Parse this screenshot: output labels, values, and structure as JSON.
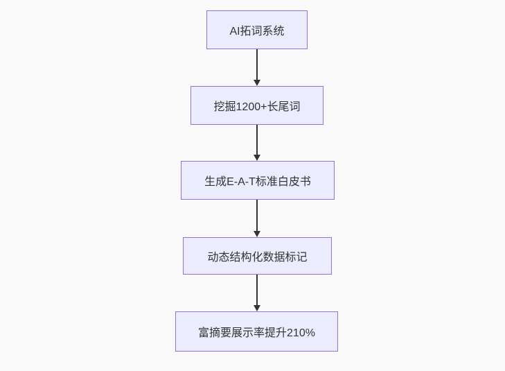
{
  "diagram": {
    "type": "flowchart",
    "direction": "top-down",
    "nodes": [
      {
        "label": "AI拓词系统"
      },
      {
        "label": "挖掘1200+长尾词"
      },
      {
        "label": "生成E-A-T标准白皮书"
      },
      {
        "label": "动态结构化数据标记"
      },
      {
        "label": "富摘要展示率提升210%"
      }
    ],
    "edges": [
      {
        "from": 0,
        "to": 1
      },
      {
        "from": 1,
        "to": 2
      },
      {
        "from": 2,
        "to": 3
      },
      {
        "from": 3,
        "to": 4
      }
    ],
    "colors": {
      "node_fill": "#ececff",
      "node_border": "#9370db",
      "node_text": "#333333",
      "arrow": "#333333",
      "background": "#fafafa"
    }
  }
}
